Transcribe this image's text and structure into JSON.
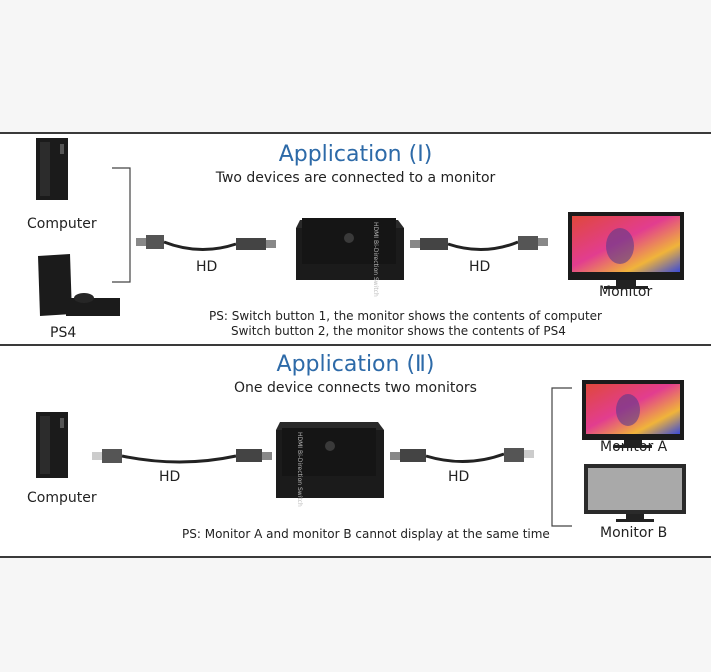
{
  "panel1": {
    "title": "Application (Ⅰ)",
    "subtitle": "Two devices are connected to a monitor",
    "device_top": "Computer",
    "device_bottom": "PS4",
    "cable_left": "HD",
    "cable_right": "HD",
    "monitor": "Monitor",
    "ps_line1": "PS: Switch button 1, the monitor shows the contents of computer",
    "ps_line2": "Switch button 2, the monitor shows the contents of PS4"
  },
  "panel2": {
    "title": "Application (Ⅱ)",
    "subtitle": "One device connects two monitors",
    "device": "Computer",
    "cable_left": "HD",
    "cable_right": "HD",
    "monitor_a": "Monitor A",
    "monitor_b": "Monitor B",
    "ps_line": "PS: Monitor A and monitor B cannot display at the same time"
  },
  "switch_label": "HDMI Bi-Direction Switch",
  "colors": {
    "title_blue": "#2d6aa8",
    "frame": "#3a3a3a",
    "device_black": "#1b1b1b"
  }
}
